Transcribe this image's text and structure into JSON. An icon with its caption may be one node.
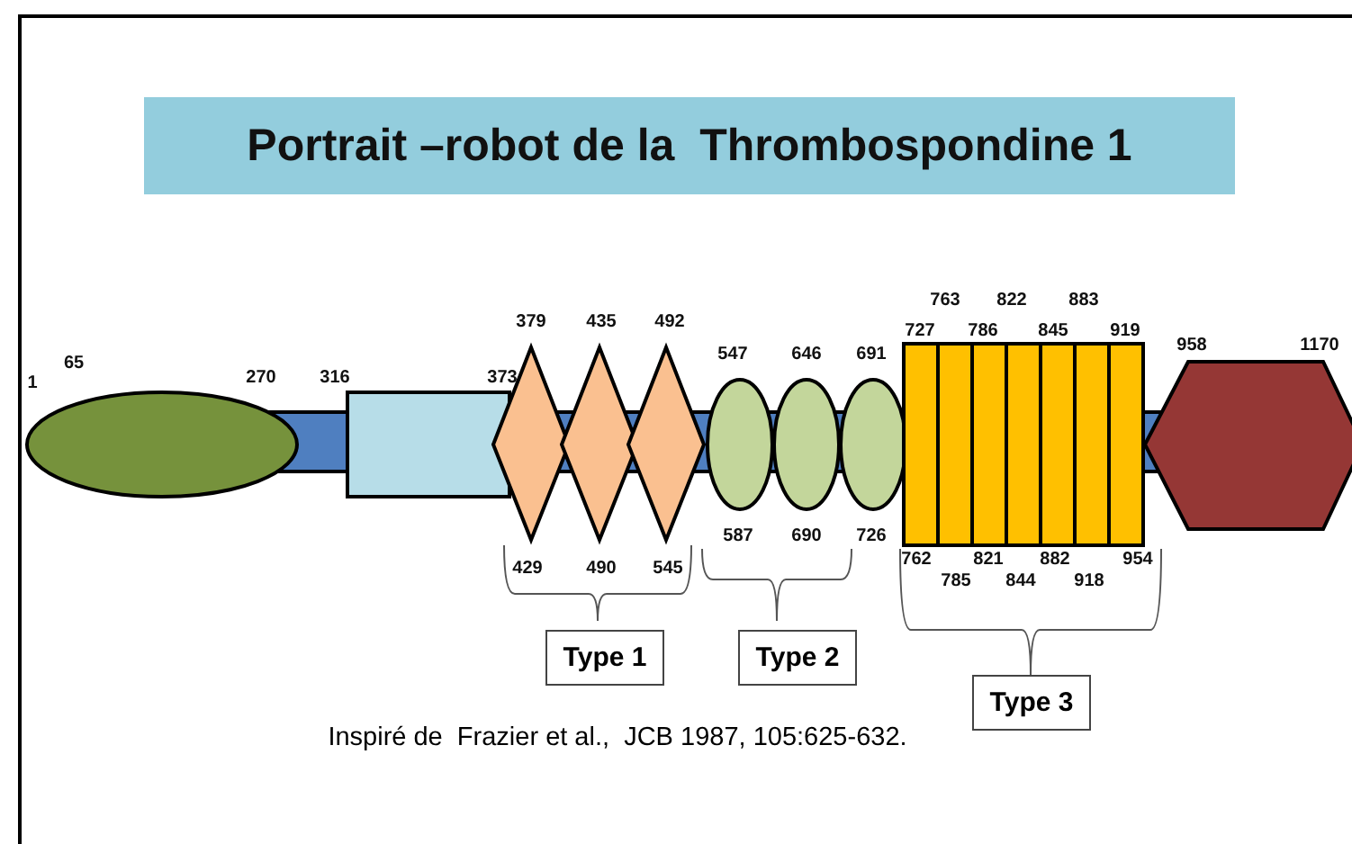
{
  "diagram": {
    "title": "Portrait –robot de la  Thrombospondine 1",
    "caption": "Inspiré de  Frazier et al.,  JCB 1987, 105:625-632.",
    "nodes": [
      {
        "text": [
          "Type 1"
        ]
      },
      {
        "text": [
          "Type 2"
        ]
      },
      {
        "text": [
          "Type 3"
        ]
      }
    ],
    "labels": [
      "1",
      "65",
      "270",
      "316",
      "373",
      "379",
      "435",
      "492",
      "547",
      "646",
      "691",
      "763",
      "822",
      "883",
      "727",
      "786",
      "845",
      "919",
      "958",
      "1170",
      "429",
      "490",
      "545",
      "587",
      "690",
      "726",
      "762",
      "821",
      "882",
      "954",
      "785",
      "844",
      "918"
    ]
  }
}
